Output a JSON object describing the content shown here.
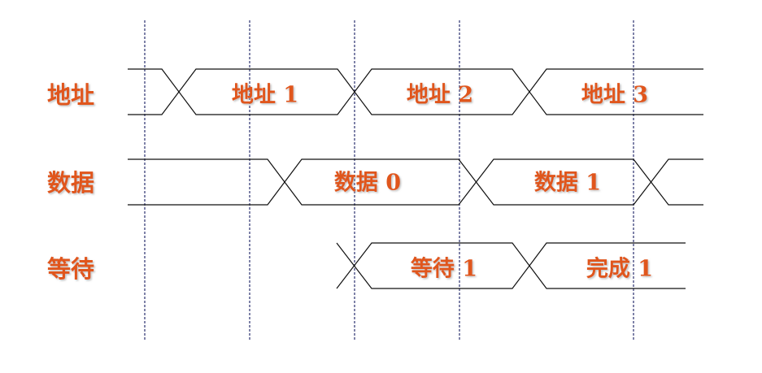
{
  "rows": {
    "address": {
      "label": "地址",
      "values": [
        "地址 1",
        "地址 2",
        "地址 3"
      ]
    },
    "data": {
      "label": "数据",
      "values": [
        "数据 0",
        "数据 1"
      ]
    },
    "wait": {
      "label": "等待",
      "values": [
        "等待 1",
        "完成 1"
      ]
    }
  },
  "colors": {
    "text": "#e0561a",
    "signal": "#111111",
    "clock": "#3a3f7a"
  }
}
